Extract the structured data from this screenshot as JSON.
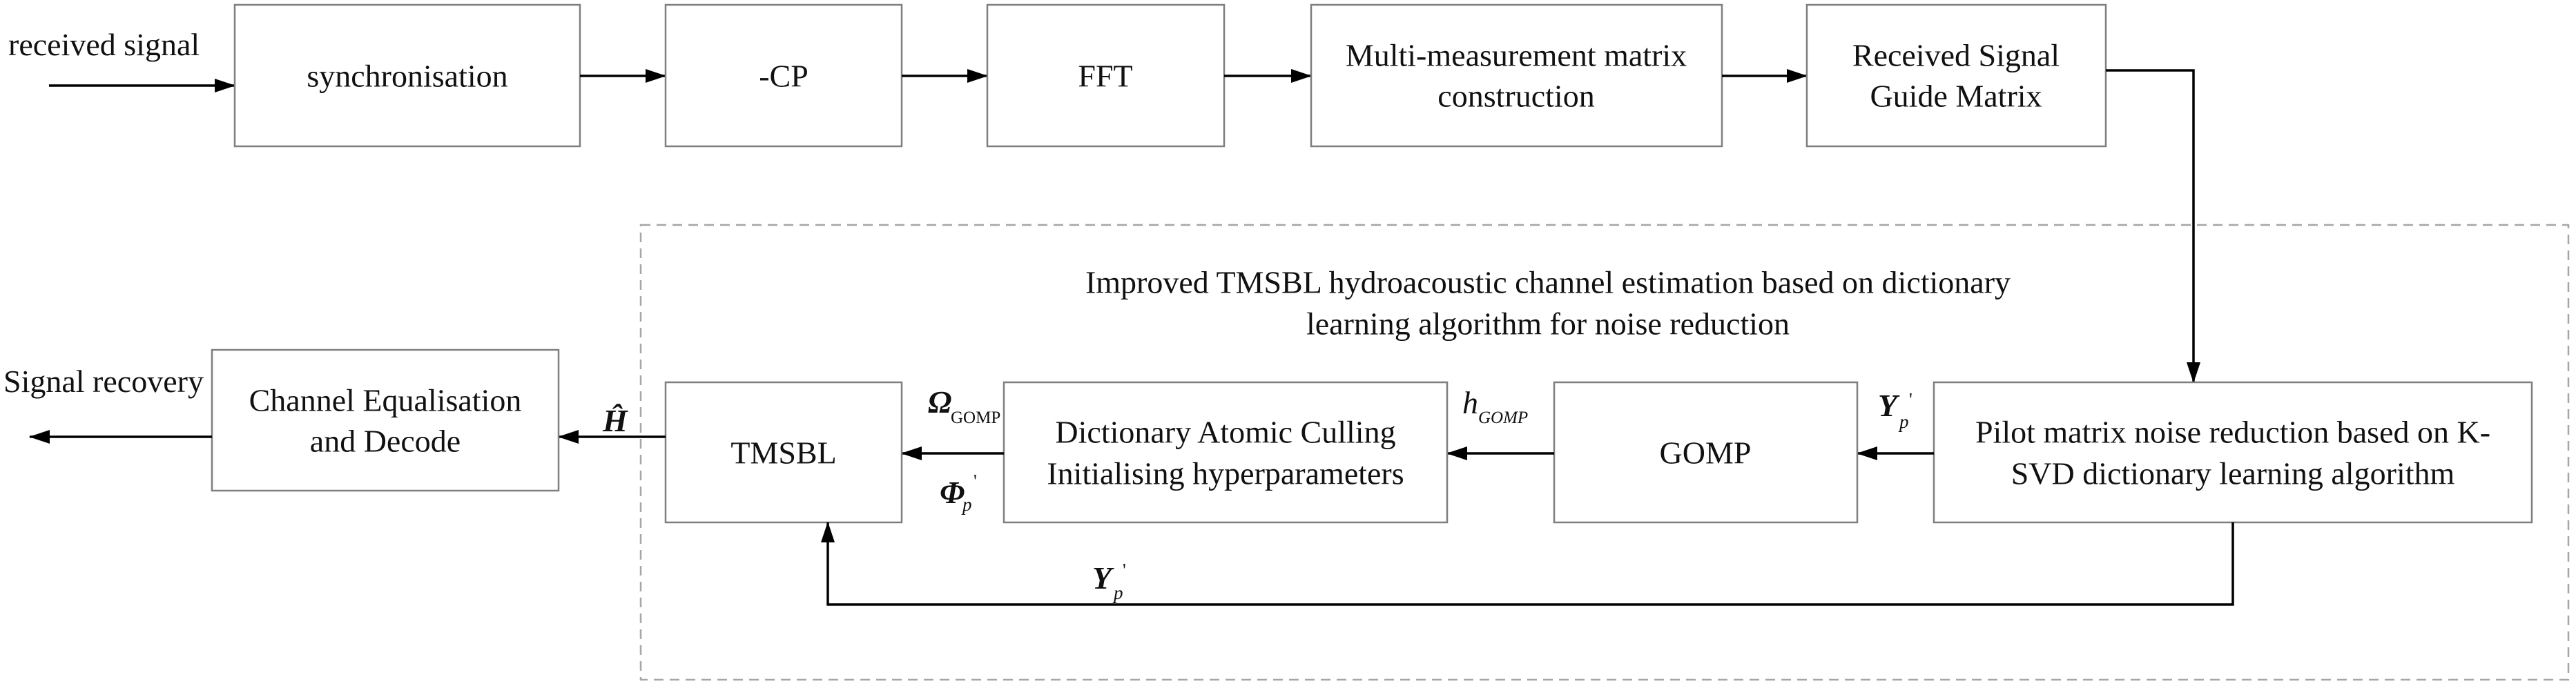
{
  "diagram": {
    "input_label": "received signal",
    "output_label": "Signal recovery",
    "top_row": {
      "synchronisation": "synchronisation",
      "remove_cp": "-CP",
      "fft": "FFT",
      "multi_measurement": {
        "line1": "Multi-measurement matrix",
        "line2": "construction"
      },
      "guide_matrix": {
        "line1": "Received Signal",
        "line2": "Guide Matrix"
      }
    },
    "estimation_group": {
      "title_line1": "Improved TMSBL hydroacoustic channel estimation based on dictionary",
      "title_line2": "learning algorithm for noise reduction",
      "pilot_denoise": {
        "line1": "Pilot matrix noise reduction based on K-",
        "line2": "SVD dictionary learning algorithm"
      },
      "gomp": "GOMP",
      "dictionary_culling": {
        "line1": "Dictionary Atomic Culling",
        "line2": "Initialising hyperparameters"
      },
      "tmsbl": "TMSBL"
    },
    "equalisation": {
      "line1": "Channel Equalisation",
      "line2": "and Decode"
    },
    "signals": {
      "h_hat": "Ĥ",
      "omega": {
        "symbol": "Ω",
        "sub": "GOMP"
      },
      "phi": {
        "symbol": "Φ",
        "sub": "p",
        "sup": "'"
      },
      "h_gomp": {
        "symbol": "h",
        "sub": "GOMP"
      },
      "y_p_in": {
        "symbol": "Y",
        "sub": "p",
        "sup": "'"
      },
      "y_p_feedback": {
        "symbol": "Y",
        "sub": "p",
        "sup": "'"
      }
    }
  }
}
